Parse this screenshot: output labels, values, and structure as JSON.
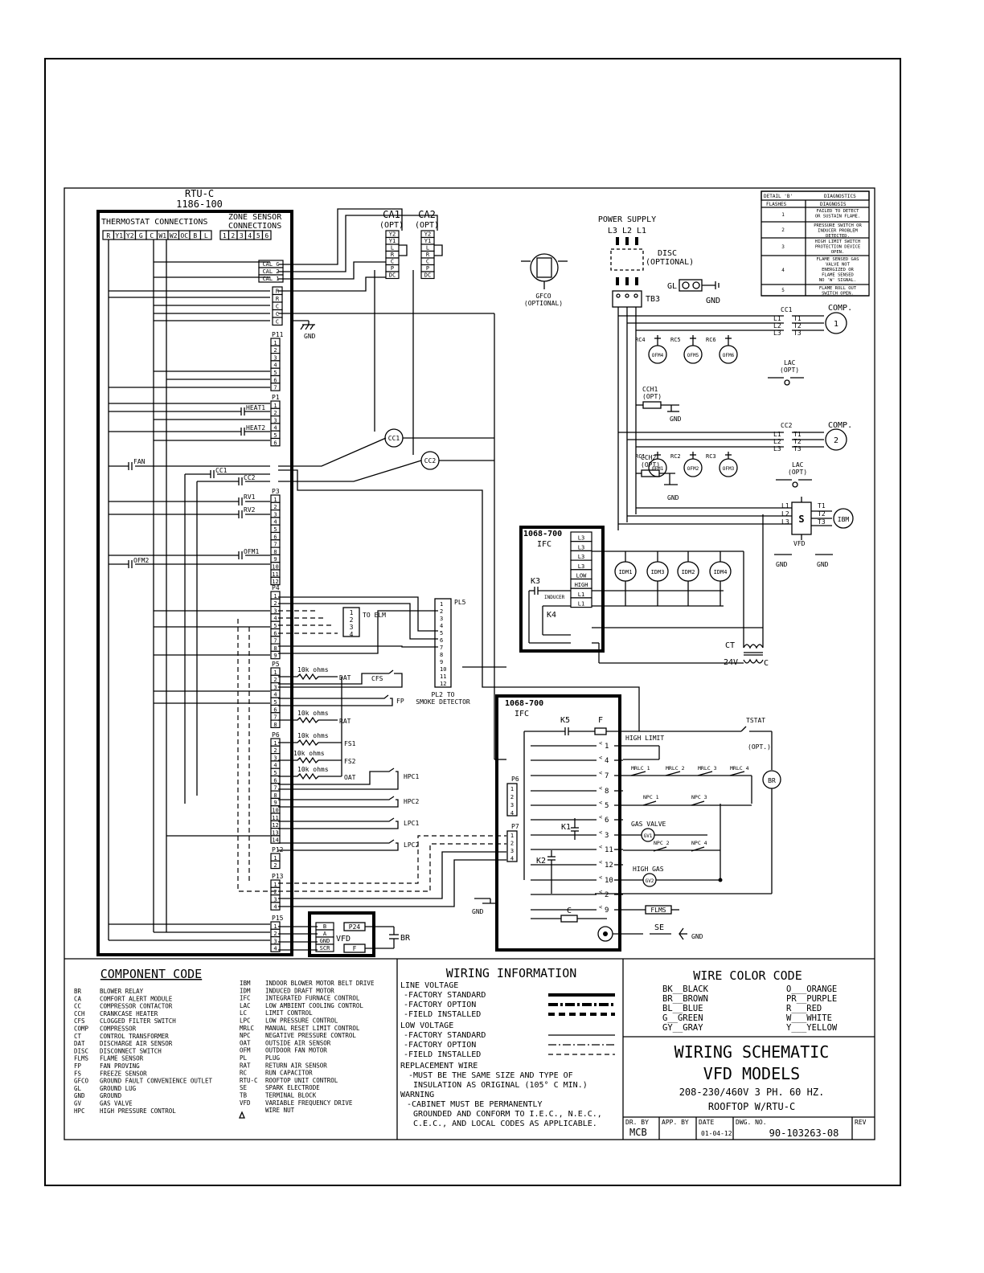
{
  "controller": {
    "name": "RTU-C",
    "part_no": "1186-100",
    "thermostat_title": "THERMOSTAT CONNECTIONS",
    "thermostat_terminals": [
      "R",
      "Y1",
      "Y2",
      "G",
      "C",
      "W1",
      "W2",
      "OC",
      "B",
      "L"
    ],
    "zone_title_1": "ZONE SENSOR",
    "zone_title_2": "CONNECTIONS",
    "zone_terminals": [
      "1",
      "2",
      "3",
      "4",
      "5",
      "6"
    ],
    "cal_terminals": [
      "CAL C",
      "CAL 2",
      "CAL 1"
    ],
    "power_terminals": [
      "R",
      "R",
      "C",
      "C",
      "C"
    ],
    "plugs": {
      "p11": "P11",
      "p1": "P1",
      "p3": "P3",
      "p4": "P4",
      "p5": "P5",
      "p6": "P6",
      "p12": "P12",
      "p13": "P13",
      "p15": "P15"
    },
    "fan_terminals": [
      "C",
      "FAN",
      "CC1",
      "CC2"
    ],
    "relay_labels": {
      "heat1": "HEAT1",
      "heat2": "HEAT2",
      "fan": "FAN",
      "cc1": "CC1",
      "cc2": "CC2",
      "rv1": "RV1",
      "rv2": "RV2",
      "ofm1": "OFM1",
      "ofm2": "OFM2"
    },
    "gnd": "GND"
  },
  "comfort_alert": {
    "ca1_name": "CA1",
    "ca2_name": "CA2",
    "opt": "(OPT)",
    "terminals": [
      "Y2",
      "Y1",
      "L",
      "R",
      "C",
      "P",
      "DC"
    ]
  },
  "sensors": {
    "res": "10k ohms",
    "dat": "DAT",
    "rat": "RAT",
    "fs1": "FS1",
    "fs2": "FS2",
    "oat": "OAT",
    "cfs": "CFS",
    "fp": "FP",
    "hpc1": "HPC1",
    "hpc2": "HPC2",
    "lpc1": "LPC1",
    "lpc2": "LPC2",
    "to_elm": "TO ELM",
    "pl5": "PL5",
    "pl2_1": "PL2 TO",
    "pl2_2": "SMOKE DETECTOR"
  },
  "power": {
    "supply": "POWER SUPPLY",
    "lines": "L3 L2 L1",
    "disc": "DISC",
    "disc_opt": "(OPTIONAL)",
    "gfco": "GFCO",
    "gfco_opt": "(OPTIONAL)",
    "gl": "GL",
    "gnd": "GND",
    "tb3": "TB3",
    "comp": "COMP.",
    "comp1": "1",
    "comp2": "2",
    "cc1": "CC1",
    "cc2": "CC2",
    "l1": "L1",
    "l2": "L2",
    "l3": "L3",
    "t1": "T1",
    "t2": "T2",
    "t3": "T3",
    "ofm": [
      "OFM4",
      "OFM5",
      "OFM6",
      "OFM1",
      "OFM2",
      "OFM3"
    ],
    "rc": [
      "RC4",
      "RC5",
      "RC6",
      "RC1",
      "RC2",
      "RC3"
    ],
    "lac": "LAC",
    "lac_opt": "(OPT)",
    "cch1": "CCH1",
    "cch2": "CCH2",
    "opt": "(OPT)",
    "ibm": "IBM",
    "vfd": "VFD",
    "ct": "CT",
    "v24": "24V",
    "c": "C"
  },
  "ifc_top": {
    "part": "1068-700",
    "name": "IFC",
    "terminals": [
      "L3",
      "L3",
      "L3",
      "L3",
      "LOW",
      "HIGH",
      "L1",
      "L1"
    ],
    "k3": "K3",
    "k4": "K4",
    "inducer": "INDUCER",
    "idm": [
      "IDM1",
      "IDM3",
      "IDM2",
      "IDM4"
    ]
  },
  "ifc_bottom": {
    "part": "1068-700",
    "name": "IFC",
    "k5": "K5",
    "f": "F",
    "k1": "K1",
    "k2": "K2",
    "c": "C",
    "p6": "P6",
    "p7": "P7",
    "pins": [
      "1",
      "4",
      "7",
      "8",
      "5",
      "6",
      "3",
      "11",
      "12",
      "10",
      "2",
      "9"
    ],
    "high_limit": "HIGH LIMIT",
    "tstat": "TSTAT",
    "tstat_opt": "(OPT.)",
    "mrlc": [
      "MRLC 1",
      "MRLC 2",
      "MRLC 3",
      "MRLC 4"
    ],
    "npc": [
      "NPC 1",
      "NPC 3",
      "NPC 2",
      "NPC 4"
    ],
    "gas_valve": "GAS VALVE",
    "gv1": "GV1",
    "high_gas": "HIGH GAS",
    "gv2": "GV2",
    "flms": "FLMS",
    "se": "SE",
    "gnd": "GND",
    "br": "BR"
  },
  "vfd_box": {
    "terms": [
      "B",
      "A",
      "GND",
      "SCR"
    ],
    "p24": "P24",
    "f": "F",
    "name": "VFD",
    "br": "BR"
  },
  "diagnostics": {
    "title_left": "DETAIL 'B'",
    "title_right": "DIAGNOSTICS",
    "col_flashes": "FLASHES",
    "col_diag": "DIAGNOSIS",
    "rows": [
      {
        "flashes": "1",
        "lines": [
          "FAILED TO DETECT",
          "OR SUSTAIN FLAME."
        ]
      },
      {
        "flashes": "2",
        "lines": [
          "PRESSURE SWITCH OR",
          "INDUCER PROBLEM",
          "DETECTED."
        ]
      },
      {
        "flashes": "3",
        "lines": [
          "HIGH LIMIT SWITCH",
          "PROTECTION DEVICE",
          "OPEN."
        ]
      },
      {
        "flashes": "4",
        "lines": [
          "FLAME SENSED GAS",
          "VALVE NOT",
          "ENERGIZED OR",
          "FLAME SENSED",
          "NO 'W' SIGNAL."
        ]
      },
      {
        "flashes": "5",
        "lines": [
          "FLAME ROLL OUT",
          "SWITCH OPEN."
        ]
      }
    ]
  },
  "component_code": {
    "title": "COMPONENT CODE",
    "left": [
      [
        "BR",
        "BLOWER RELAY"
      ],
      [
        "CA",
        "COMFORT ALERT MODULE"
      ],
      [
        "CC",
        "COMPRESSOR CONTACTOR"
      ],
      [
        "CCH",
        "CRANKCASE HEATER"
      ],
      [
        "CFS",
        "CLOGGED FILTER SWITCH"
      ],
      [
        "COMP",
        "COMPRESSOR"
      ],
      [
        "CT",
        "CONTROL TRANSFORMER"
      ],
      [
        "DAT",
        "DISCHARGE AIR SENSOR"
      ],
      [
        "DISC",
        "DISCONNECT SWITCH"
      ],
      [
        "FLMS",
        "FLAME SENSOR"
      ],
      [
        "FP",
        "FAN PROVING"
      ],
      [
        "FS",
        "FREEZE SENSOR"
      ],
      [
        "GFCO",
        "GROUND FAULT CONVENIENCE OUTLET"
      ],
      [
        "GL",
        "GROUND LUG"
      ],
      [
        "GND",
        "GROUND"
      ],
      [
        "GV",
        "GAS VALVE"
      ],
      [
        "HPC",
        "HIGH PRESSURE CONTROL"
      ]
    ],
    "right": [
      [
        "IBM",
        "INDOOR BLOWER MOTOR BELT DRIVE"
      ],
      [
        "IDM",
        "INDUCED DRAFT MOTOR"
      ],
      [
        "IFC",
        "INTEGRATED FURNACE CONTROL"
      ],
      [
        "LAC",
        "LOW AMBIENT COOLING CONTROL"
      ],
      [
        "LC",
        "LIMIT CONTROL"
      ],
      [
        "LPC",
        "LOW PRESSURE CONTROL"
      ],
      [
        "MRLC",
        "MANUAL RESET LIMIT CONTROL"
      ],
      [
        "NPC",
        "NEGATIVE PRESSURE CONTROL"
      ],
      [
        "OAT",
        "OUTSIDE AIR SENSOR"
      ],
      [
        "OFM",
        "OUTDOOR FAN MOTOR"
      ],
      [
        "PL",
        "PLUG"
      ],
      [
        "RAT",
        "RETURN AIR SENSOR"
      ],
      [
        "RC",
        "RUN CAPACITOR"
      ],
      [
        "RTU-C",
        "ROOFTOP UNIT CONTROL"
      ],
      [
        "SE",
        "SPARK ELECTRODE"
      ],
      [
        "TB",
        "TERMINAL BLOCK"
      ],
      [
        "VFD",
        "VARIABLE FREQUENCY DRIVE"
      ],
      [
        "",
        "WIRE NUT"
      ]
    ]
  },
  "wiring_info": {
    "title": "WIRING INFORMATION",
    "line_voltage": "LINE VOLTAGE",
    "factory_standard": "-FACTORY STANDARD",
    "factory_option": "-FACTORY OPTION",
    "field_installed": "-FIELD INSTALLED",
    "low_voltage": "LOW VOLTAGE",
    "replacement": "REPLACEMENT WIRE",
    "rep1": "-MUST BE THE SAME SIZE AND TYPE OF",
    "rep2": "INSULATION AS ORIGINAL (105° C MIN.)",
    "warning": "WARNING",
    "warn1": "-CABINET MUST BE PERMANENTLY",
    "warn2": "GROUNDED AND CONFORM TO I.E.C., N.E.C.,",
    "warn3": "C.E.C., AND LOCAL CODES AS APPLICABLE."
  },
  "wire_color": {
    "title": "WIRE COLOR CODE",
    "left": [
      "BK__BLACK",
      "BR__BROWN",
      "BL__BLUE",
      "G__GREEN",
      "GY__GRAY"
    ],
    "right": [
      "O___ORANGE",
      "PR__PURPLE",
      "R___RED",
      "W___WHITE",
      "Y___YELLOW"
    ]
  },
  "title_block": {
    "line1": "WIRING SCHEMATIC",
    "line2": "VFD MODELS",
    "line3": "208-230/460V 3 PH. 60 HZ.",
    "line4": "ROOFTOP W/RTU-C",
    "dr_by_label": "DR. BY",
    "dr_by": "MCB",
    "app_by_label": "APP. BY",
    "date_label": "DATE",
    "date": "01-04-12",
    "dwg_label": "DWG. NO.",
    "dwg": "90-103263-08",
    "rev_label": "REV"
  }
}
